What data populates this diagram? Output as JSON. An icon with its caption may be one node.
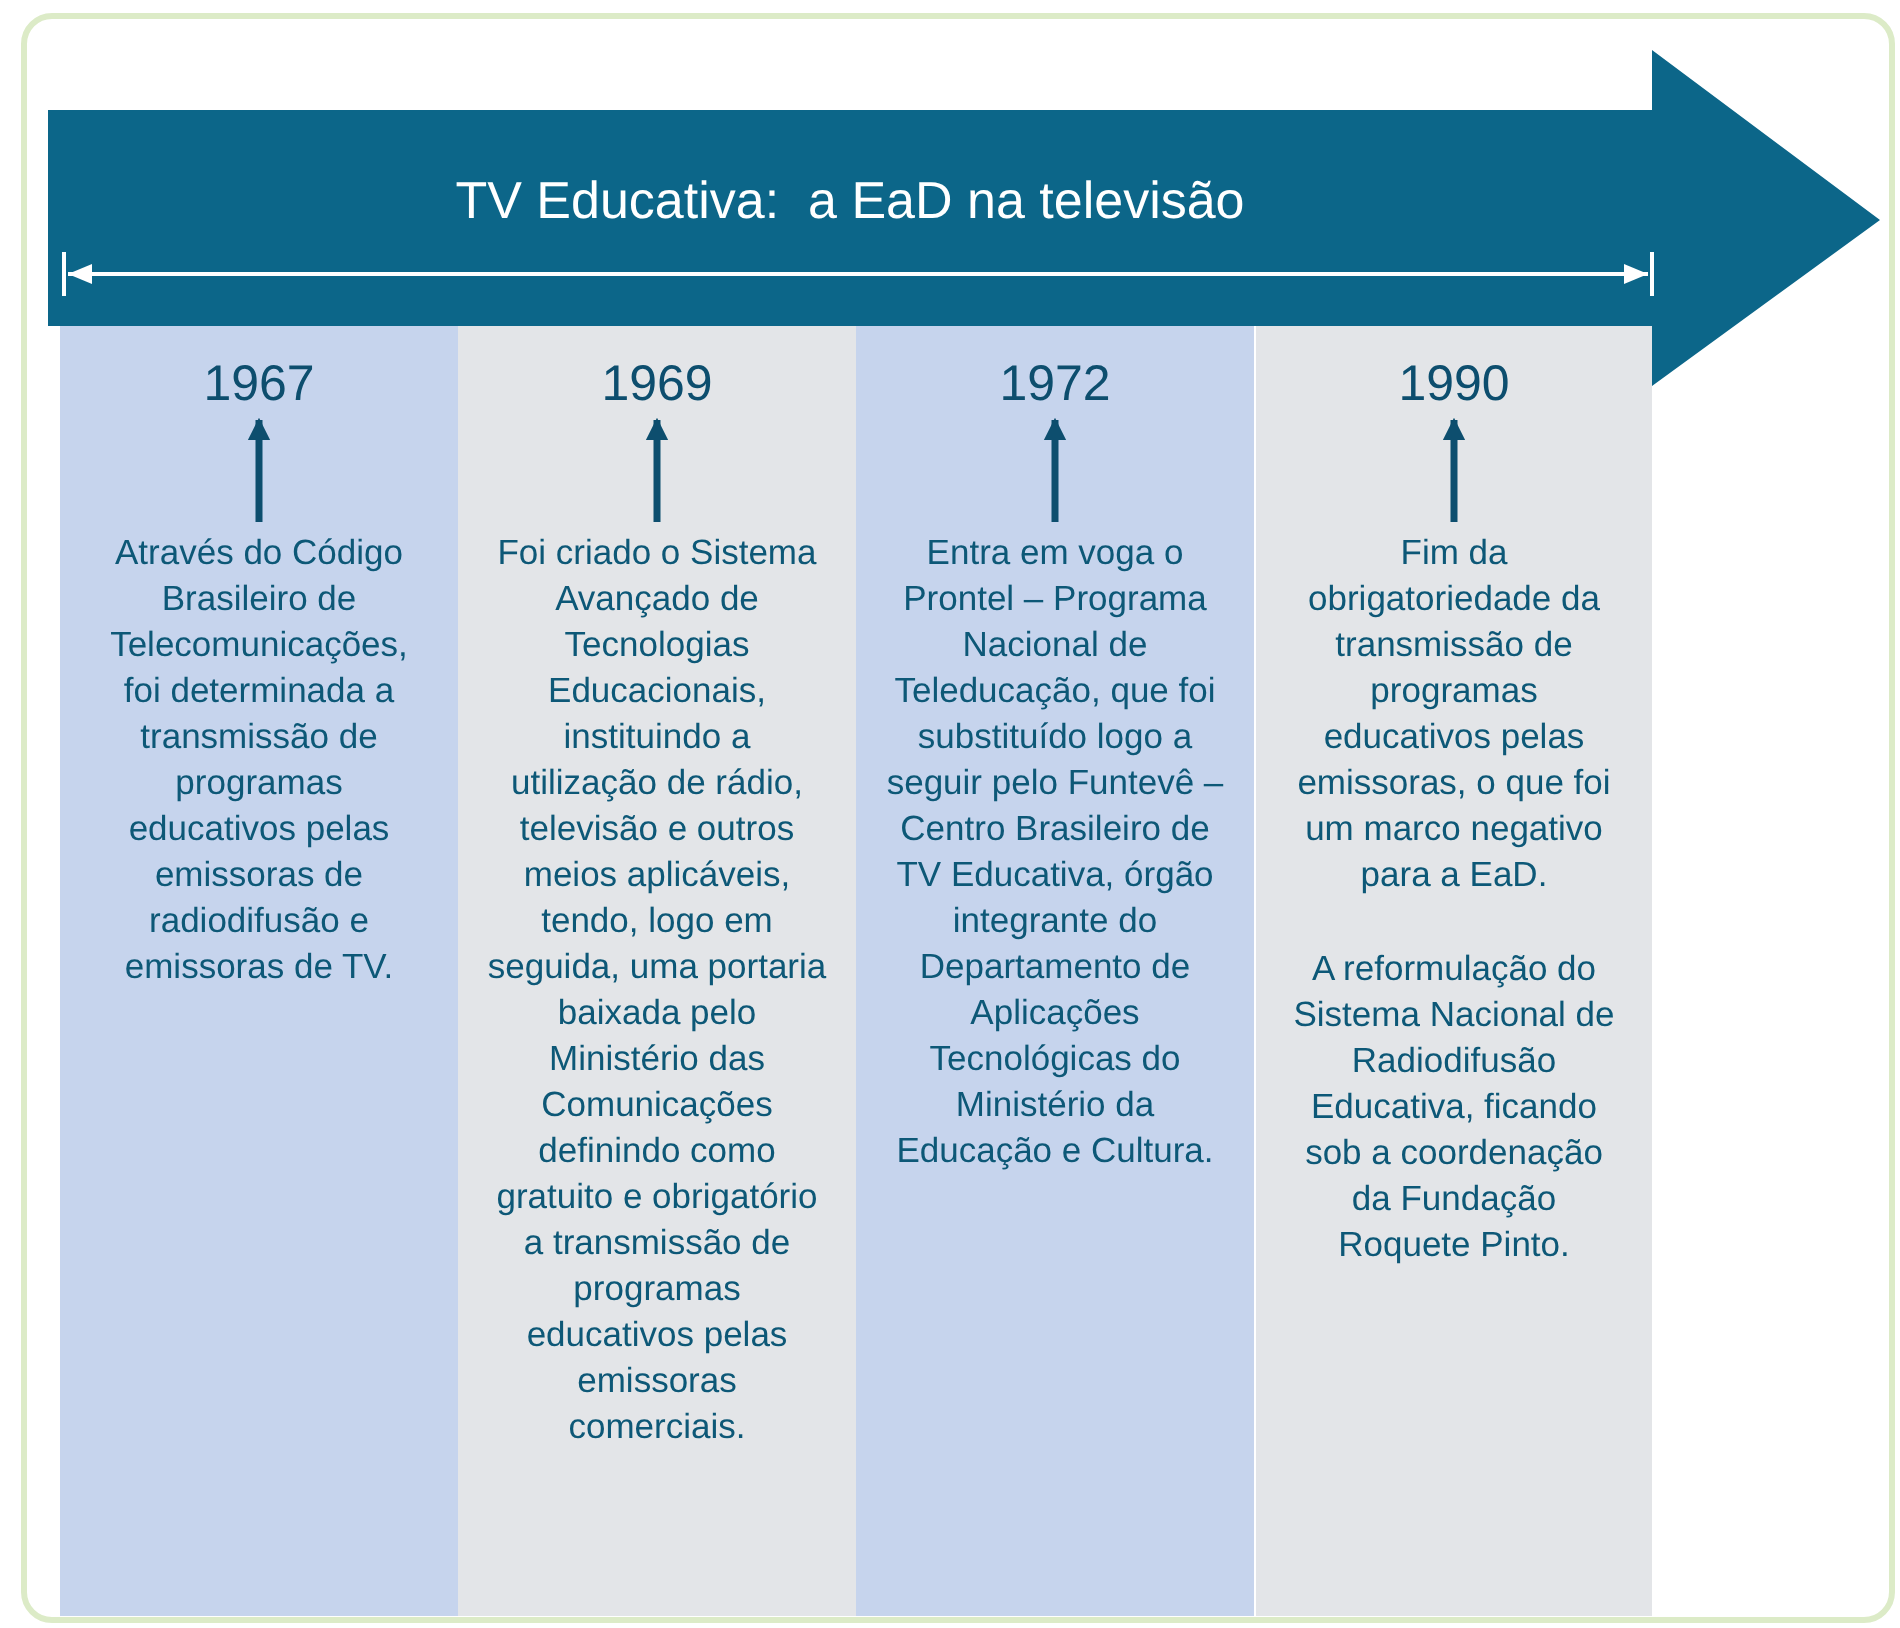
{
  "diagram": {
    "nodes": [
      {
        "text": [
          "TV Educativa:  a EaD na televisão"
        ]
      },
      {
        "text": [],
        "shape": "box"
      },
      {
        "text": [
          "1967"
        ],
        "in": 1
      },
      {
        "text": [
          "Através do Código Brasileiro de Telecomunicações, foi determinada a transmissão de programas educativos pelas emissoras de radiodifusão e emissoras de TV."
        ],
        "in": 1
      },
      {
        "text": [],
        "shape": "box"
      },
      {
        "text": [
          "1969"
        ],
        "in": 4
      },
      {
        "text": [
          "Foi criado o Sistema Avançado de Tecnologias Educacionais, instituindo a utilização de rádio, televisão e outros meios aplicáveis, tendo, logo em seguida, uma portaria baixada pelo Ministério das Comunicações definindo como gratuito e obrigatório a transmissão de programas educativos pelas emissoras comerciais."
        ],
        "in": 4
      },
      {
        "text": [],
        "shape": "box"
      },
      {
        "text": [
          "1972"
        ],
        "in": 7
      },
      {
        "text": [
          "Entra em voga o Prontel – Programa Nacional de Teleducação, que foi substituído logo a seguir pelo Funtevê – Centro Brasileiro de TV Educativa, órgão integrante do Departamento de Aplicações Tecnológicas do Ministério da Educação e Cultura."
        ],
        "in": 7
      },
      {
        "text": [],
        "shape": "box"
      },
      {
        "text": [
          "1990"
        ],
        "in": 10
      },
      {
        "text": [
          "Fim da obrigatoriedade da transmissão de programas educativos pelas emissoras, o que foi um marco negativo para a EaD.",
          "A reformulação do Sistema Nacional de Radiodifusão Educativa, ficando sob a coordenação da Fundação Roquete Pinto."
        ],
        "in": 10
      }
    ],
    "edges": [
      {
        "from": 3,
        "to": 2,
        "arrow": "to"
      },
      {
        "from": 6,
        "to": 5,
        "arrow": "to"
      },
      {
        "from": 9,
        "to": 8,
        "arrow": "to"
      },
      {
        "from": 12,
        "to": 11,
        "arrow": "to"
      }
    ]
  }
}
